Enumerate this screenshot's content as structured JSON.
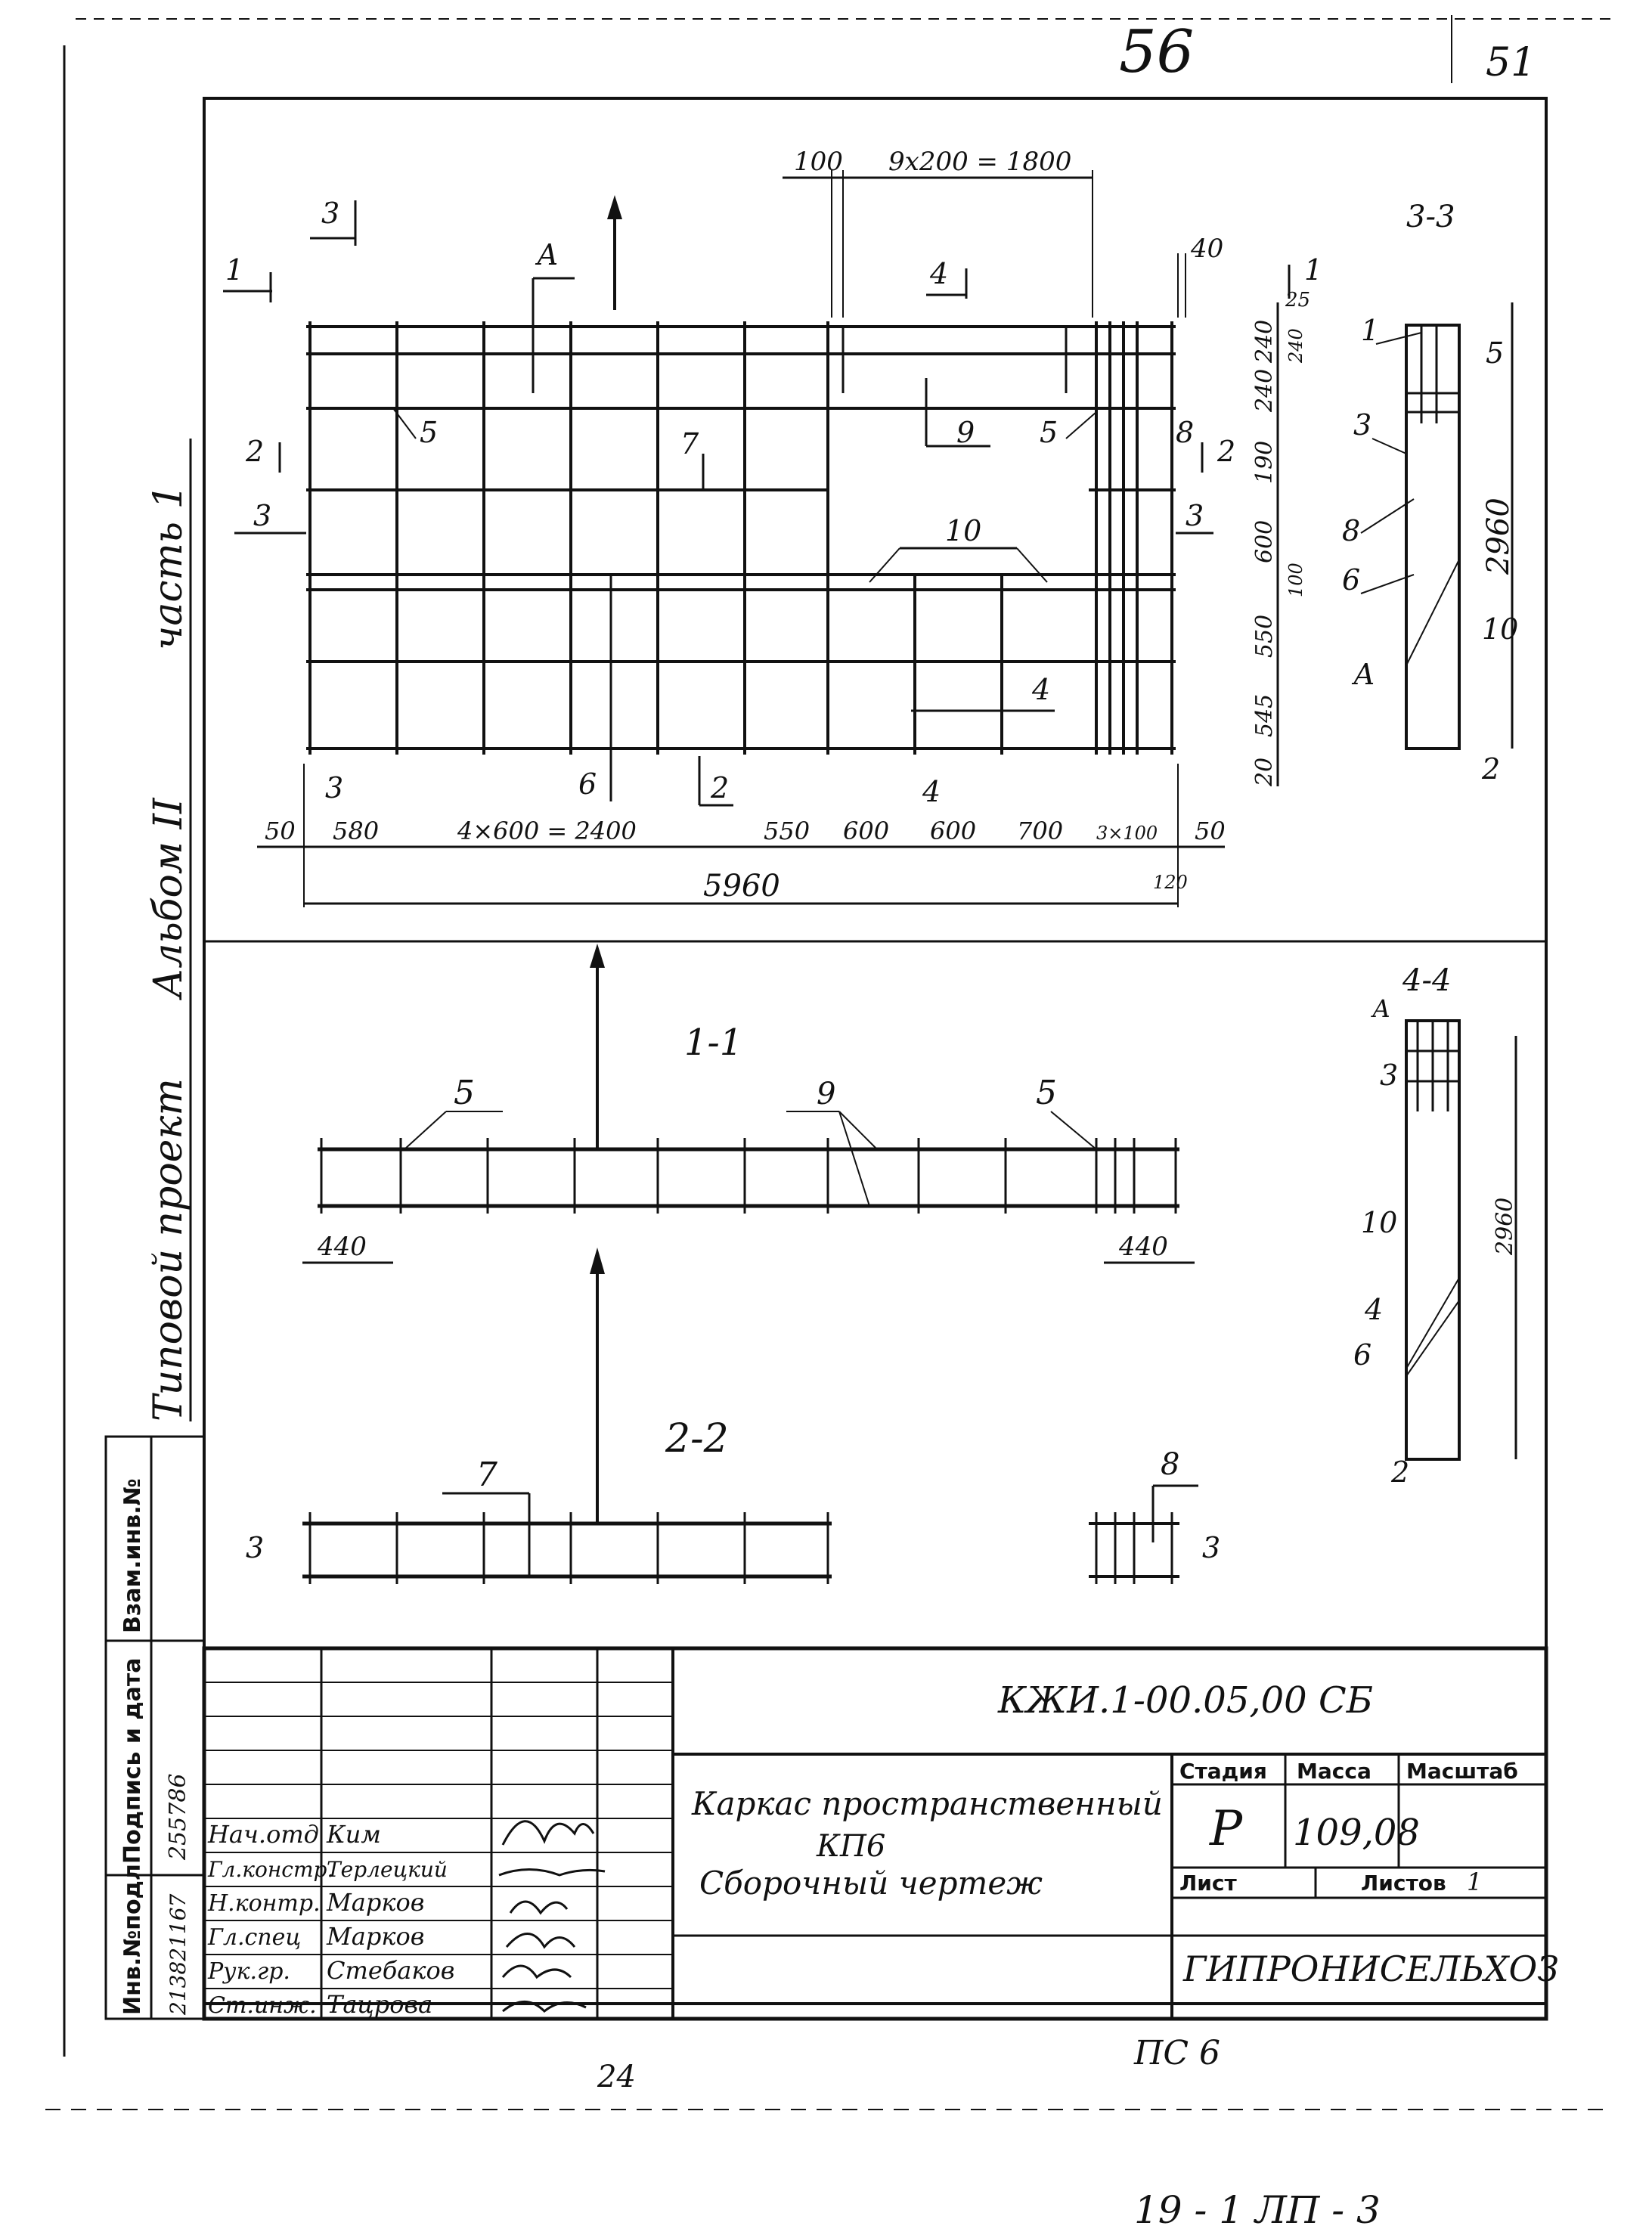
{
  "page": {
    "page_number": "56",
    "page_number_top_right": "51",
    "bottom_scribble": "24",
    "bottom_right_code": "19 - 1 ЛП - 3",
    "bottom_right_small": "ПС 6"
  },
  "side_stamp": {
    "line1": "Типовой проект",
    "line2": "Альбом II",
    "line3": "часть 1"
  },
  "plan": {
    "dim_top_100": "100",
    "dim_top_series": "9х200 = 1800",
    "dim_top_right_40": "40",
    "dim_top_right_25": "25",
    "section_marks": [
      "1",
      "2",
      "3",
      "4",
      "3",
      "2",
      "3",
      "4"
    ],
    "node_A": "А",
    "pos_5a": "5",
    "pos_5b": "5",
    "pos_7": "7",
    "pos_9": "9",
    "pos_8": "8",
    "pos_10": "10",
    "pos_4": "4",
    "pos_6": "6",
    "pos_2": "2",
    "right_dims": [
      "240",
      "240",
      "190",
      "600",
      "550",
      "545",
      "20"
    ],
    "right_dim_extra": [
      "240",
      "100"
    ],
    "bottom_dims": [
      "50",
      "580",
      "4×600 = 2400",
      "550",
      "600",
      "600",
      "700",
      "3×100",
      "50"
    ],
    "total_len": "5960",
    "dim_120": "120"
  },
  "section33": {
    "title": "3-3",
    "height": "2960",
    "labels": [
      "1",
      "5",
      "3",
      "8",
      "6",
      "10",
      "А",
      "2"
    ]
  },
  "section44": {
    "title": "4-4",
    "height": "2960",
    "labels": [
      "А",
      "3",
      "10",
      "4",
      "6",
      "2"
    ]
  },
  "section11": {
    "title": "1-1",
    "pos_5a": "5",
    "pos_9": "9",
    "pos_5b": "5",
    "dim_left": "440",
    "dim_right": "440"
  },
  "section22": {
    "title": "2-2",
    "pos_7": "7",
    "pos_8": "8",
    "mark_left": "3",
    "mark_right": "3"
  },
  "side_columns": {
    "col1": "Взам.инв.№",
    "col2": "Подпись и дата",
    "col3": "Инв.№подл",
    "col2_value": "255786",
    "col3_value": "213821167"
  },
  "title_block": {
    "doc_code": "КЖИ.1-00.05,00 СБ",
    "title_line1": "Каркас пространственный",
    "title_line2": "КП6",
    "title_line3": "Сборочный чертеж",
    "stage_header": "Стадия",
    "mass_header": "Масса",
    "scale_header": "Масштаб",
    "stage_value": "Р",
    "mass_value": "109,08",
    "sheet_label": "Лист",
    "sheets_label": "Листов",
    "sheets_value": "1",
    "organization": "ГИПРОНИСЕЛЬХОЗ",
    "people": [
      {
        "role": "Нач.отд",
        "name": "Ким"
      },
      {
        "role": "Гл.констр.",
        "name": "Терлецкий"
      },
      {
        "role": "Н.контр.",
        "name": "Марков"
      },
      {
        "role": "Гл.спец",
        "name": "Марков"
      },
      {
        "role": "Рук.гр.",
        "name": "Стебаков"
      },
      {
        "role": "Ст.инж.",
        "name": "Тацрова"
      }
    ]
  },
  "colors": {
    "ink": "#111111",
    "paper": "#ffffff"
  }
}
